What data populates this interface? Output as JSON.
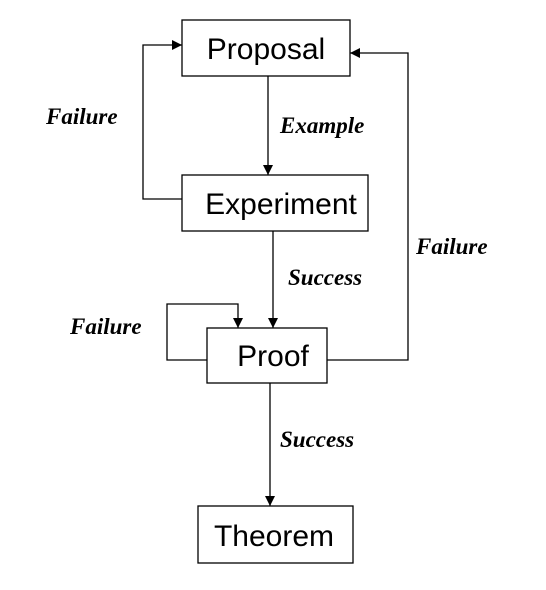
{
  "nodes": {
    "proposal": "Proposal",
    "experiment": "Experiment",
    "proof": "Proof",
    "theorem": "Theorem"
  },
  "edges": {
    "proposal_to_experiment": "Example",
    "experiment_to_proposal": "Failure",
    "experiment_to_proof": "Success",
    "proof_self_loop": "Failure",
    "proof_to_proposal": "Failure",
    "proof_to_theorem": "Success"
  },
  "colors": {
    "stroke": "#000000",
    "background": "#ffffff"
  }
}
